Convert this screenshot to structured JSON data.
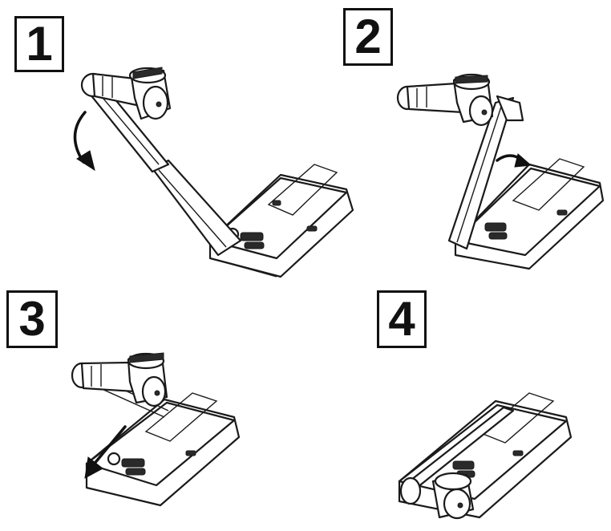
{
  "steps": [
    {
      "label": "1"
    },
    {
      "label": "2"
    },
    {
      "label": "3"
    },
    {
      "label": "4"
    }
  ],
  "icons": {
    "step1": [
      "document-camera-icon",
      "curved-arrow-icon"
    ],
    "step2": [
      "document-camera-icon",
      "curved-arrow-icon"
    ],
    "step3": [
      "document-camera-icon",
      "straight-arrow-icon"
    ],
    "step4": [
      "document-camera-folded-icon"
    ]
  },
  "colors": {
    "line": "#1a1a1a",
    "background": "#ffffff"
  }
}
